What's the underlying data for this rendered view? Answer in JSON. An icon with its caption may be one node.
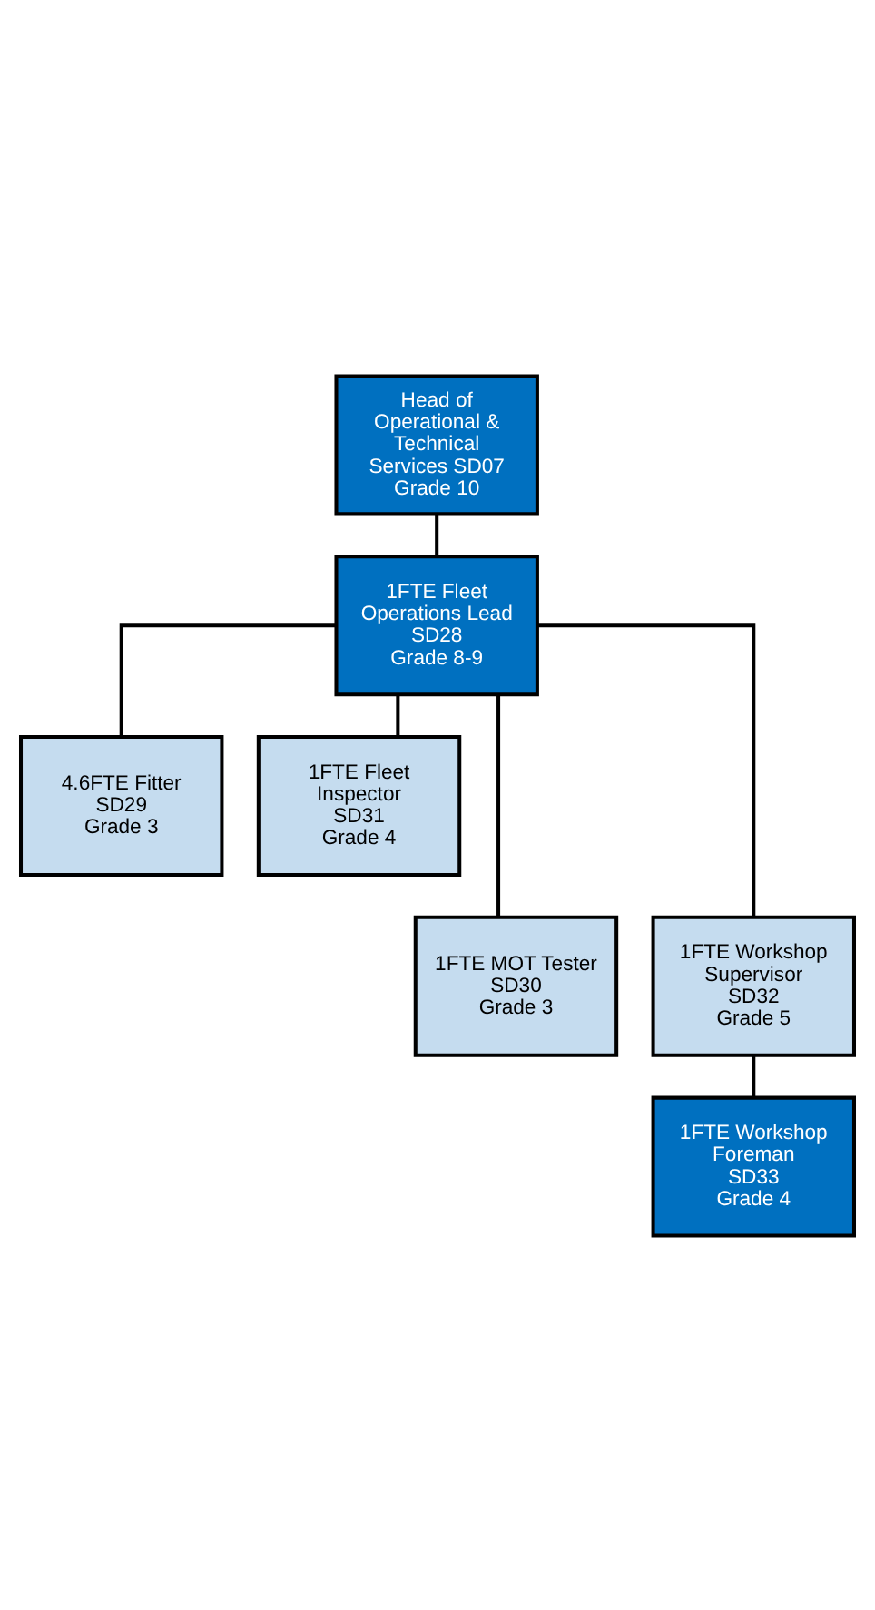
{
  "diagram": {
    "nodes": [
      {
        "text": [
          "Head of Operational & Technical Services SD07",
          "Grade 10"
        ]
      },
      {
        "text": [
          "1FTE Fleet Operations Lead",
          "SD28",
          "Grade 8-9"
        ]
      },
      {
        "text": [
          "4.6FTE Fitter",
          "SD29",
          "Grade 3"
        ]
      },
      {
        "text": [
          "1FTE Fleet Inspector",
          "SD31",
          "Grade 4"
        ]
      },
      {
        "text": [
          "1FTE MOT Tester",
          "SD30",
          "Grade 3"
        ]
      },
      {
        "text": [
          "1FTE Workshop Supervisor",
          "SD32",
          "Grade 5"
        ]
      },
      {
        "text": [
          "1FTE Workshop Foreman",
          "SD33",
          "Grade 4"
        ]
      }
    ],
    "edges": [
      {
        "from": 0,
        "to": 1,
        "arrow": "none"
      },
      {
        "from": 1,
        "to": 2,
        "arrow": "none"
      },
      {
        "from": 1,
        "to": 3,
        "arrow": "none"
      },
      {
        "from": 1,
        "to": 4,
        "arrow": "none"
      },
      {
        "from": 1,
        "to": 5,
        "arrow": "none"
      },
      {
        "from": 5,
        "to": 6,
        "arrow": "none"
      }
    ]
  }
}
